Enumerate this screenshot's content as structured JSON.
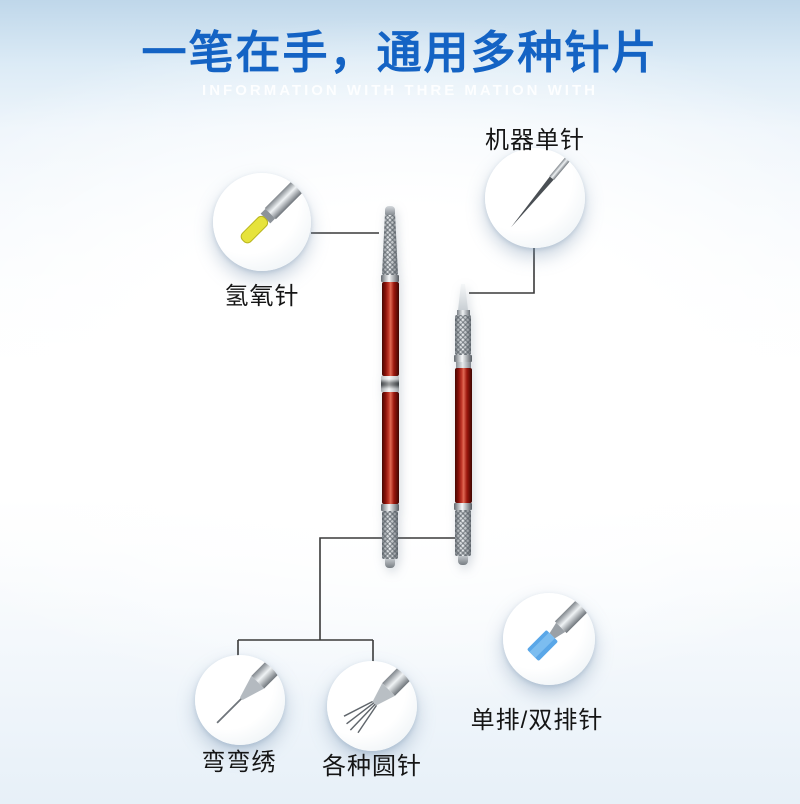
{
  "header": {
    "title": "一笔在手，通用多种针片",
    "watermark": "INFORMATION WITH THRE MATION WITH"
  },
  "callouts": {
    "hydrogen": {
      "label": "氢氧针"
    },
    "machine_single": {
      "label": "机器单针"
    },
    "single_double_row": {
      "label": "单排/双排针"
    },
    "curved_embroidery": {
      "label": "弯弯绣"
    },
    "round_needles": {
      "label": "各种圆针"
    }
  },
  "colors": {
    "title_blue": "#1463c4",
    "pen_body_red": "#9c170d",
    "needle_cap_yellow": "#e6e33c",
    "blade_blue": "#5aa7e8",
    "connector_line": "#3a3a3a"
  }
}
